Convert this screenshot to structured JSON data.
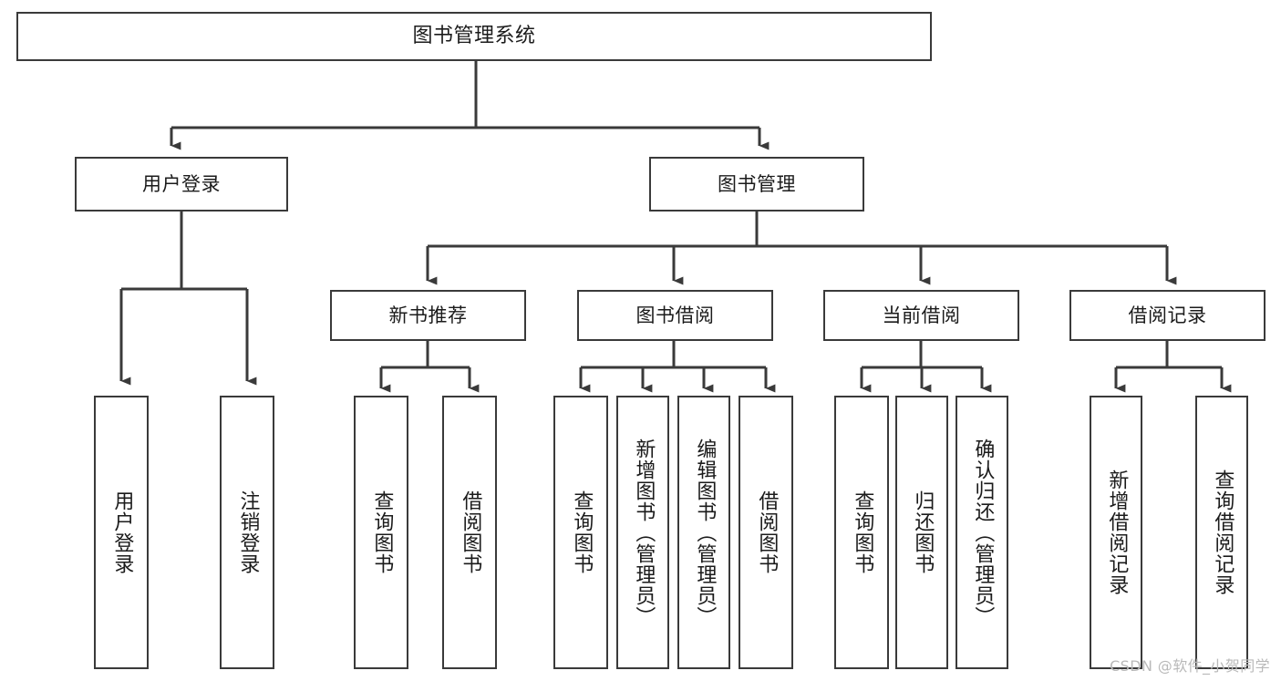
{
  "diagram": {
    "title": "图书管理系统",
    "watermark": "CSDN @软件_小贺同学",
    "stroke_color": "#3a3a3a",
    "background_color": "#ffffff",
    "text_color": "#1b1b1b",
    "watermark_color": "#b9b9b9",
    "type": "tree-hierarchy",
    "levels": 4,
    "nodes": {
      "root": "图书管理系统",
      "level2": {
        "user_login": "用户登录",
        "book_manage": "图书管理"
      },
      "level3": {
        "new_book_recommend": "新书推荐",
        "book_borrow": "图书借阅",
        "current_borrow": "当前借阅",
        "borrow_record": "借阅记录"
      },
      "leaves": {
        "user_login_1": "用户登录",
        "user_login_2": "注销登录",
        "recommend_1": "查询图书",
        "recommend_2": "借阅图书",
        "borrow_1": "查询图书",
        "borrow_2": "新增图书（管理员）",
        "borrow_3": "编辑图书（管理员）",
        "borrow_4": "借阅图书",
        "current_1": "查询图书",
        "current_2": "归还图书",
        "current_3": "确认归还（管理员）",
        "record_1": "新增借阅记录",
        "record_2": "查询借阅记录"
      }
    }
  }
}
